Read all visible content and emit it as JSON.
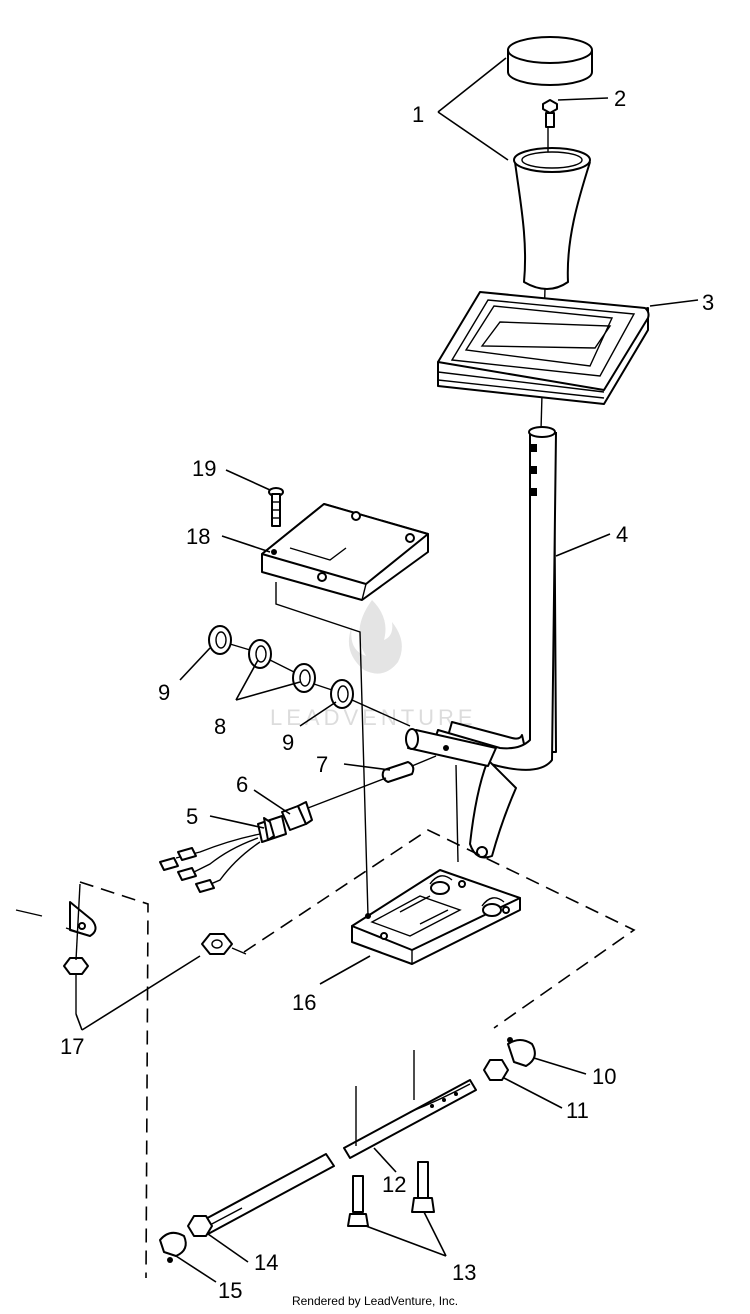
{
  "callouts": [
    "1",
    "2",
    "3",
    "4",
    "5",
    "6",
    "7",
    "8",
    "9",
    "9",
    "10",
    "11",
    "12",
    "13",
    "14",
    "15",
    "16",
    "17",
    "18",
    "19"
  ],
  "watermark": "LEADVENTURE",
  "footer": "Rendered by LeadVenture, Inc."
}
